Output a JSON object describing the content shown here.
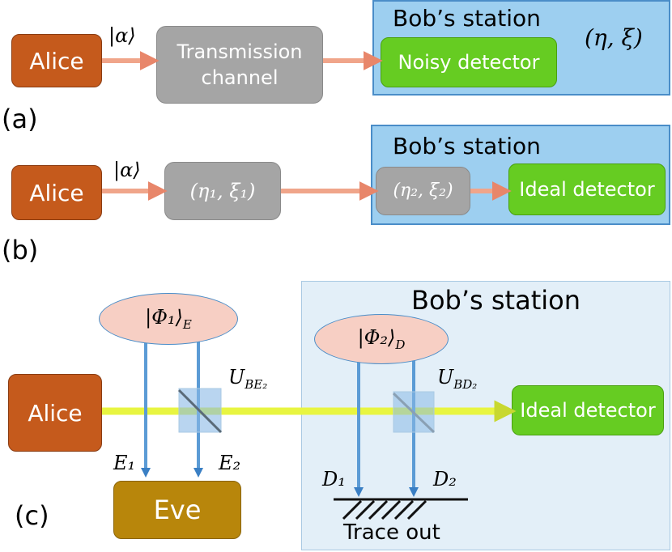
{
  "panel_a": {
    "panel_label": "(a)",
    "alice": "Alice",
    "state": "|α⟩",
    "channel": "Transmission channel",
    "station_title": "Bob’s station",
    "params": "(η, ξ)",
    "detector": "Noisy detector"
  },
  "panel_b": {
    "panel_label": "(b)",
    "alice": "Alice",
    "state": "|α⟩",
    "channel1": "(η₁, ξ₁)",
    "station_title": "Bob’s station",
    "channel2": "(η₂, ξ₂)",
    "detector": "Ideal detector"
  },
  "panel_c": {
    "panel_label": "(c)",
    "alice": "Alice",
    "eve": "Eve",
    "station_title": "Bob’s station",
    "phi1": "|Φ₁⟩",
    "phi1_sub": "E",
    "phi2": "|Φ₂⟩",
    "phi2_sub": "D",
    "u1": "U",
    "u1_sub": "BE₂",
    "u2": "U",
    "u2_sub": "BD₂",
    "e1": "E₁",
    "e2": "E₂",
    "d1": "D₁",
    "d2": "D₂",
    "detector": "Ideal detector",
    "trace_out": "Trace out"
  },
  "colors": {
    "alice": "#c55a1c",
    "gray_box": "#a5a5a5",
    "detector": "#66cc22",
    "station": "#9dcff0",
    "beam": "#e8f541",
    "arrow": "#f0a58a",
    "eve": "#b8860b"
  }
}
